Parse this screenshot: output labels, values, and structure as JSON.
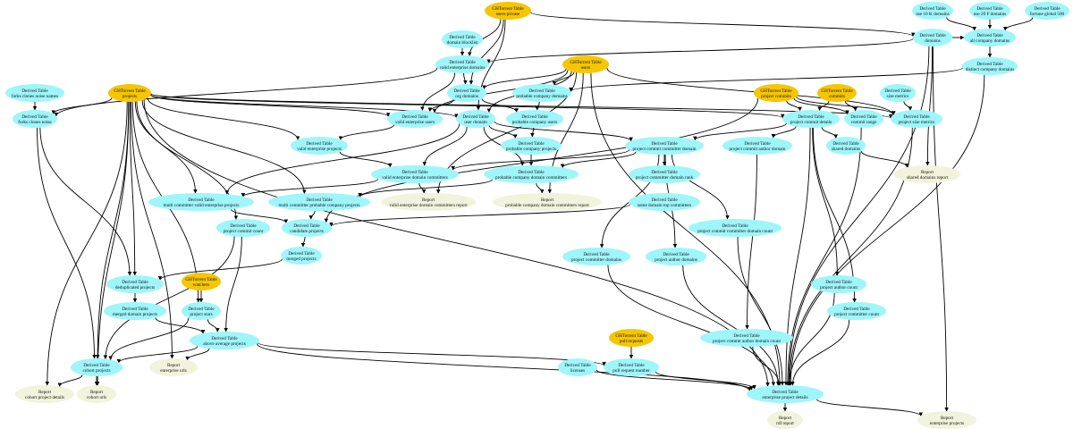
{
  "colors": {
    "derived": "#9ef6fb",
    "ghtorrent": "#f6c600",
    "report": "#f1f3dc",
    "edge": "#000000",
    "text": "#111111"
  },
  "nodes": [
    {
      "id": "users_private",
      "kind": "ghtorrent",
      "lines": [
        "GHTorrent Table",
        "users private"
      ]
    },
    {
      "id": "nse_10k",
      "kind": "derived",
      "lines": [
        "Derived Table",
        "nse 10 K domains"
      ]
    },
    {
      "id": "nse_20f",
      "kind": "derived",
      "lines": [
        "Derived Table",
        "nse 20 F domains"
      ]
    },
    {
      "id": "fortune",
      "kind": "derived",
      "lines": [
        "Derived Table",
        "fortune global 500"
      ]
    },
    {
      "id": "domain_blocklist",
      "kind": "derived",
      "lines": [
        "Derived Table",
        "domain blocklist"
      ]
    },
    {
      "id": "domains",
      "kind": "derived",
      "lines": [
        "Derived Table",
        "domains"
      ]
    },
    {
      "id": "all_company_domains",
      "kind": "derived",
      "lines": [
        "Derived Table",
        "all company domains"
      ]
    },
    {
      "id": "valid_enterprise_domains",
      "kind": "derived",
      "lines": [
        "Derived Table",
        "valid enterprise domains"
      ]
    },
    {
      "id": "users",
      "kind": "ghtorrent",
      "lines": [
        "GHTorrent Table",
        "users"
      ]
    },
    {
      "id": "distinct_company_domains",
      "kind": "derived",
      "lines": [
        "Derived Table",
        "distinct company domains"
      ]
    },
    {
      "id": "forks_clones_noise_names",
      "kind": "derived",
      "lines": [
        "Derived Table",
        "forks clones noise names"
      ]
    },
    {
      "id": "projects",
      "kind": "ghtorrent",
      "lines": [
        "GHTorrent Table",
        "projects"
      ]
    },
    {
      "id": "org_domains",
      "kind": "derived",
      "lines": [
        "Derived Table",
        "org domains"
      ]
    },
    {
      "id": "probable_company_domains",
      "kind": "derived",
      "lines": [
        "Derived Table",
        "probable company domains"
      ]
    },
    {
      "id": "project_commits",
      "kind": "ghtorrent",
      "lines": [
        "GHTorrent Table",
        "project commits"
      ]
    },
    {
      "id": "commits",
      "kind": "ghtorrent",
      "lines": [
        "GHTorrent Table",
        "commits"
      ]
    },
    {
      "id": "size_metrics",
      "kind": "derived",
      "lines": [
        "Derived Table",
        "size metrics"
      ]
    },
    {
      "id": "forks_clones_noise",
      "kind": "derived",
      "lines": [
        "Derived Table",
        "forks clones noise"
      ]
    },
    {
      "id": "valid_enterprise_users",
      "kind": "derived",
      "lines": [
        "Derived Table",
        "valid enterprise users"
      ]
    },
    {
      "id": "user_domain",
      "kind": "derived",
      "lines": [
        "Derived Table",
        "user domain"
      ]
    },
    {
      "id": "probable_company_users",
      "kind": "derived",
      "lines": [
        "Derived Table",
        "probable company users"
      ]
    },
    {
      "id": "project_commit_details",
      "kind": "derived",
      "lines": [
        "Derived Table",
        "project commit details"
      ]
    },
    {
      "id": "commit_range",
      "kind": "derived",
      "lines": [
        "Derived Table",
        "commit range"
      ]
    },
    {
      "id": "project_size_metrics",
      "kind": "derived",
      "lines": [
        "Derived Table",
        "project size metrics"
      ]
    },
    {
      "id": "valid_enterprise_projects",
      "kind": "derived",
      "lines": [
        "Derived Table",
        "valid enterprise projects"
      ]
    },
    {
      "id": "probable_company_projects",
      "kind": "derived",
      "lines": [
        "Derived Table",
        "probable company projects"
      ]
    },
    {
      "id": "project_committer_domain",
      "kind": "derived",
      "lines": [
        "Derived Table",
        "project commit committer domain"
      ]
    },
    {
      "id": "project_author_domain",
      "kind": "derived",
      "lines": [
        "Derived Table",
        "project commit author domain"
      ]
    },
    {
      "id": "shared_domains",
      "kind": "derived",
      "lines": [
        "Derived Table",
        "shared domains"
      ]
    },
    {
      "id": "valid_enterprise_domain_committers",
      "kind": "derived",
      "lines": [
        "Derived Table",
        "valid enterprise domain committers"
      ]
    },
    {
      "id": "probable_company_domain_committers",
      "kind": "derived",
      "lines": [
        "Derived Table",
        "probable company domain committers"
      ]
    },
    {
      "id": "project_committer_domain_rank",
      "kind": "derived",
      "lines": [
        "Derived Table",
        "project committer domain rank"
      ]
    },
    {
      "id": "shared_domains_report",
      "kind": "report",
      "lines": [
        "Report",
        "shared domains report"
      ]
    },
    {
      "id": "multi_committer_valid_enterprise_projects",
      "kind": "derived",
      "lines": [
        "Derived Table",
        "multi committer valid enterprise projects"
      ]
    },
    {
      "id": "valid_enterprise_domain_committers_report",
      "kind": "report",
      "lines": [
        "Report",
        "valid enterprise domain committers report"
      ]
    },
    {
      "id": "probable_company_domain_committers_report",
      "kind": "report",
      "lines": [
        "Report",
        "probable company domain committers report"
      ]
    },
    {
      "id": "multi_committer_probable_company_projects",
      "kind": "derived",
      "lines": [
        "Derived Table",
        "multi committer probable company projects"
      ]
    },
    {
      "id": "some_domain_top_committers",
      "kind": "derived",
      "lines": [
        "Derived Table",
        "some domain top committers"
      ]
    },
    {
      "id": "project_commit_count",
      "kind": "derived",
      "lines": [
        "Derived Table",
        "project commit count"
      ]
    },
    {
      "id": "candidate_projects",
      "kind": "derived",
      "lines": [
        "Derived Table",
        "candidate projects"
      ]
    },
    {
      "id": "project_commit_committer_domain_count",
      "kind": "derived",
      "lines": [
        "Derived Table",
        "project commit committer domain count"
      ]
    },
    {
      "id": "project_committer_domains",
      "kind": "derived",
      "lines": [
        "Derived Table",
        "project committer domains"
      ]
    },
    {
      "id": "project_author_domains",
      "kind": "derived",
      "lines": [
        "Derived Table",
        "project author domains"
      ]
    },
    {
      "id": "merged_projects",
      "kind": "derived",
      "lines": [
        "Derived Table",
        "merged projects"
      ]
    },
    {
      "id": "deduplicated_projects",
      "kind": "derived",
      "lines": [
        "Derived Table",
        "deduplicated projects"
      ]
    },
    {
      "id": "watchers",
      "kind": "ghtorrent",
      "lines": [
        "GHTorrent Table",
        "watchers"
      ]
    },
    {
      "id": "project_author_count",
      "kind": "derived",
      "lines": [
        "Derived Table",
        "project author count"
      ]
    },
    {
      "id": "merged_domain_projects",
      "kind": "derived",
      "lines": [
        "Derived Table",
        "merged domain projects"
      ]
    },
    {
      "id": "project_stars",
      "kind": "derived",
      "lines": [
        "Derived Table",
        "project stars"
      ]
    },
    {
      "id": "project_committer_count",
      "kind": "derived",
      "lines": [
        "Derived Table",
        "project committer count"
      ]
    },
    {
      "id": "above_average_projects",
      "kind": "derived",
      "lines": [
        "Derived Table",
        "above average projects"
      ]
    },
    {
      "id": "pull_requests",
      "kind": "ghtorrent",
      "lines": [
        "GHTorrent Table",
        "pull requests"
      ]
    },
    {
      "id": "project_commit_author_domain_count",
      "kind": "derived",
      "lines": [
        "Derived Table",
        "project commit author domain count"
      ]
    },
    {
      "id": "cohort_projects",
      "kind": "derived",
      "lines": [
        "Derived Table",
        "cohort projects"
      ]
    },
    {
      "id": "enterprise_urls",
      "kind": "report",
      "lines": [
        "Report",
        "enterprise urls"
      ]
    },
    {
      "id": "licenses",
      "kind": "derived",
      "lines": [
        "Derived Table",
        "licenses"
      ]
    },
    {
      "id": "pull_request_number",
      "kind": "derived",
      "lines": [
        "Derived Table",
        "pull request number"
      ]
    },
    {
      "id": "cohort_project_details",
      "kind": "report",
      "lines": [
        "Report",
        "cohort project details"
      ]
    },
    {
      "id": "cohort_urls",
      "kind": "report",
      "lines": [
        "Report",
        "cohort urls"
      ]
    },
    {
      "id": "enterprise_project_details",
      "kind": "derived",
      "lines": [
        "Derived Table",
        "enterprise project details"
      ]
    },
    {
      "id": "rdf_report",
      "kind": "report",
      "lines": [
        "Report",
        "rdf report"
      ]
    },
    {
      "id": "enterprise_projects",
      "kind": "report",
      "lines": [
        "Report",
        "enterprise projects"
      ]
    }
  ],
  "edges": [
    [
      "users_private",
      "domains"
    ],
    [
      "users_private",
      "valid_enterprise_domains"
    ],
    [
      "users_private",
      "user_domain"
    ],
    [
      "users_private",
      "org_domains"
    ],
    [
      "nse_10k",
      "all_company_domains"
    ],
    [
      "nse_20f",
      "all_company_domains"
    ],
    [
      "fortune",
      "all_company_domains"
    ],
    [
      "domain_blocklist",
      "valid_enterprise_domains"
    ],
    [
      "domains",
      "all_company_domains"
    ],
    [
      "domains",
      "valid_enterprise_domains"
    ],
    [
      "domains",
      "shared_domains_report"
    ],
    [
      "domains",
      "enterprise_project_details"
    ],
    [
      "domains",
      "enterprise_projects"
    ],
    [
      "all_company_domains",
      "distinct_company_domains"
    ],
    [
      "distinct_company_domains",
      "probable_company_domains"
    ],
    [
      "distinct_company_domains",
      "enterprise_project_details"
    ],
    [
      "valid_enterprise_domains",
      "org_domains"
    ],
    [
      "valid_enterprise_domains",
      "valid_enterprise_users"
    ],
    [
      "valid_enterprise_domains",
      "forks_clones_noise"
    ],
    [
      "users",
      "org_domains"
    ],
    [
      "users",
      "probable_company_domains"
    ],
    [
      "users",
      "user_domain"
    ],
    [
      "users",
      "valid_enterprise_users"
    ],
    [
      "users",
      "project_size_metrics"
    ],
    [
      "users",
      "probable_company_domain_committers_report"
    ],
    [
      "users",
      "valid_enterprise_domain_committers_report"
    ],
    [
      "users",
      "enterprise_project_details"
    ],
    [
      "forks_clones_noise_names",
      "forks_clones_noise"
    ],
    [
      "projects",
      "forks_clones_noise"
    ],
    [
      "projects",
      "valid_enterprise_users"
    ],
    [
      "projects",
      "user_domain"
    ],
    [
      "projects",
      "project_size_metrics"
    ],
    [
      "projects",
      "valid_enterprise_projects"
    ],
    [
      "projects",
      "multi_committer_valid_enterprise_projects"
    ],
    [
      "projects",
      "multi_committer_probable_company_projects"
    ],
    [
      "projects",
      "project_commit_count"
    ],
    [
      "projects",
      "deduplicated_projects"
    ],
    [
      "projects",
      "project_stars"
    ],
    [
      "projects",
      "cohort_projects"
    ],
    [
      "projects",
      "enterprise_urls"
    ],
    [
      "projects",
      "cohort_project_details"
    ],
    [
      "projects",
      "cohort_urls"
    ],
    [
      "projects",
      "enterprise_project_details"
    ],
    [
      "projects",
      "project_commit_details"
    ],
    [
      "org_domains",
      "valid_enterprise_users"
    ],
    [
      "org_domains",
      "probable_company_users"
    ],
    [
      "probable_company_domains",
      "probable_company_users"
    ],
    [
      "project_commits",
      "project_commit_details"
    ],
    [
      "project_commits",
      "commit_range"
    ],
    [
      "project_commits",
      "project_size_metrics"
    ],
    [
      "project_commits",
      "candidate_projects"
    ],
    [
      "commits",
      "project_commit_details"
    ],
    [
      "commits",
      "commit_range"
    ],
    [
      "size_metrics",
      "project_size_metrics"
    ],
    [
      "forks_clones_noise",
      "deduplicated_projects"
    ],
    [
      "forks_clones_noise",
      "cohort_projects"
    ],
    [
      "valid_enterprise_users",
      "valid_enterprise_projects"
    ],
    [
      "user_domain",
      "valid_enterprise_domain_committers"
    ],
    [
      "user_domain",
      "probable_company_domain_committers"
    ],
    [
      "user_domain",
      "project_committer_domain"
    ],
    [
      "user_domain",
      "probable_company_projects"
    ],
    [
      "user_domain",
      "multi_committer_valid_enterprise_projects"
    ],
    [
      "probable_company_users",
      "probable_company_projects"
    ],
    [
      "project_commit_details",
      "project_committer_domain"
    ],
    [
      "project_commit_details",
      "project_author_domain"
    ],
    [
      "project_commit_details",
      "shared_domains"
    ],
    [
      "project_commit_details",
      "project_author_count"
    ],
    [
      "project_commit_details",
      "project_committer_count"
    ],
    [
      "project_commit_details",
      "enterprise_project_details"
    ],
    [
      "commit_range",
      "enterprise_project_details"
    ],
    [
      "project_size_metrics",
      "enterprise_project_details"
    ],
    [
      "valid_enterprise_projects",
      "valid_enterprise_domain_committers"
    ],
    [
      "probable_company_projects",
      "probable_company_domain_committers"
    ],
    [
      "project_committer_domain",
      "project_committer_domain_rank"
    ],
    [
      "project_committer_domain",
      "probable_company_domain_committers"
    ],
    [
      "project_committer_domain",
      "project_commit_committer_domain_count"
    ],
    [
      "project_committer_domain",
      "project_committer_domains"
    ],
    [
      "project_committer_domain",
      "project_author_domains"
    ],
    [
      "project_committer_domain",
      "valid_enterprise_domain_committers"
    ],
    [
      "project_author_domain",
      "project_commit_author_domain_count"
    ],
    [
      "shared_domains",
      "shared_domains_report"
    ],
    [
      "valid_enterprise_domain_committers",
      "multi_committer_valid_enterprise_projects"
    ],
    [
      "valid_enterprise_domain_committers",
      "valid_enterprise_domain_committers_report"
    ],
    [
      "probable_company_domain_committers",
      "multi_committer_probable_company_projects"
    ],
    [
      "probable_company_domain_committers",
      "probable_company_domain_committers_report"
    ],
    [
      "multi_committer_valid_enterprise_projects",
      "candidate_projects"
    ],
    [
      "multi_committer_probable_company_projects",
      "candidate_projects"
    ],
    [
      "some_domain_top_committers",
      "candidate_projects"
    ],
    [
      "project_commit_count",
      "above_average_projects"
    ],
    [
      "project_commit_count",
      "cohort_projects"
    ],
    [
      "candidate_projects",
      "merged_projects"
    ],
    [
      "project_commit_committer_domain_count",
      "enterprise_project_details"
    ],
    [
      "project_committer_domains",
      "enterprise_project_details"
    ],
    [
      "project_author_domains",
      "enterprise_project_details"
    ],
    [
      "merged_projects",
      "deduplicated_projects"
    ],
    [
      "deduplicated_projects",
      "merged_domain_projects"
    ],
    [
      "watchers",
      "project_stars"
    ],
    [
      "project_author_count",
      "enterprise_project_details"
    ],
    [
      "merged_domain_projects",
      "above_average_projects"
    ],
    [
      "project_stars",
      "above_average_projects"
    ],
    [
      "project_stars",
      "cohort_projects"
    ],
    [
      "project_committer_count",
      "enterprise_project_details"
    ],
    [
      "above_average_projects",
      "cohort_projects"
    ],
    [
      "above_average_projects",
      "enterprise_project_details"
    ],
    [
      "above_average_projects",
      "pull_request_number"
    ],
    [
      "above_average_projects",
      "enterprise_urls"
    ],
    [
      "pull_requests",
      "pull_request_number"
    ],
    [
      "project_commit_author_domain_count",
      "enterprise_project_details"
    ],
    [
      "cohort_projects",
      "cohort_project_details"
    ],
    [
      "cohort_projects",
      "cohort_urls"
    ],
    [
      "licenses",
      "enterprise_project_details"
    ],
    [
      "pull_request_number",
      "enterprise_project_details"
    ],
    [
      "enterprise_project_details",
      "rdf_report"
    ],
    [
      "enterprise_project_details",
      "enterprise_projects"
    ]
  ]
}
